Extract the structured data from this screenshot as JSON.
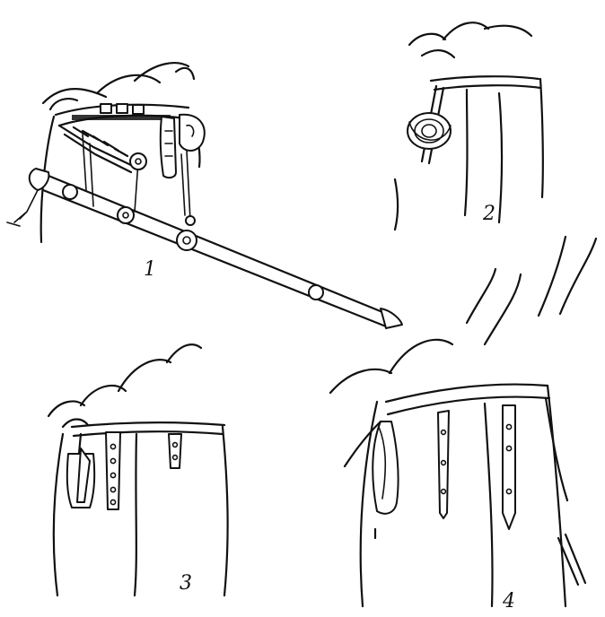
{
  "figure_labels": {
    "fig1": "1",
    "fig2": "2",
    "fig3": "3",
    "fig4": "4"
  }
}
